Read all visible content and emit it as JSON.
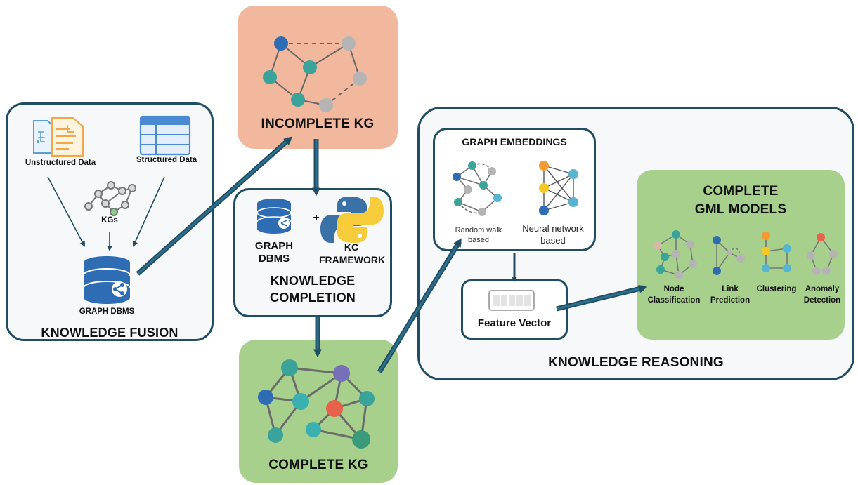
{
  "fusion": {
    "title": "KNOWLEDGE FUSION",
    "unstructured_label": "Unstructured Data",
    "structured_label": "Structured Data",
    "kgs_label": "KGs",
    "dbms_label": "GRAPH DBMS"
  },
  "incomplete": {
    "title": "INCOMPLETE KG"
  },
  "completion": {
    "title_line1": "KNOWLEDGE",
    "title_line2": "COMPLETION",
    "dbms_line1": "GRAPH",
    "dbms_line2": "DBMS",
    "plus": "+",
    "kc_line1": "KC",
    "kc_line2": "FRAMEWORK"
  },
  "complete": {
    "title": "COMPLETE KG"
  },
  "reasoning": {
    "title": "KNOWLEDGE REASONING",
    "embeddings_title": "GRAPH EMBEDDINGS",
    "random_walk_line1": "Random walk",
    "random_walk_line2": "based",
    "neural_line1": "Neural network",
    "neural_line2": "based",
    "feature_vector": "Feature Vector",
    "gml_title_line1": "COMPLETE",
    "gml_title_line2": "GML MODELS",
    "tasks": [
      {
        "line1": "Node",
        "line2": "Classification"
      },
      {
        "line1": "Link",
        "line2": "Prediction"
      },
      {
        "line1": "Clustering",
        "line2": ""
      },
      {
        "line1": "Anomaly",
        "line2": "Detection"
      }
    ]
  },
  "colors": {
    "border": "#1f4e64",
    "incomplete_bg": "#f2b89d",
    "complete_bg": "#a8d08d",
    "node_blue": "#2e6db4",
    "node_teal": "#3aa39a",
    "node_gray": "#b4b4b4",
    "node_red": "#e8614a",
    "node_purple": "#7670b8",
    "node_yellow": "#f5c825",
    "node_orange": "#f39a32",
    "node_sky": "#56b5d0"
  }
}
